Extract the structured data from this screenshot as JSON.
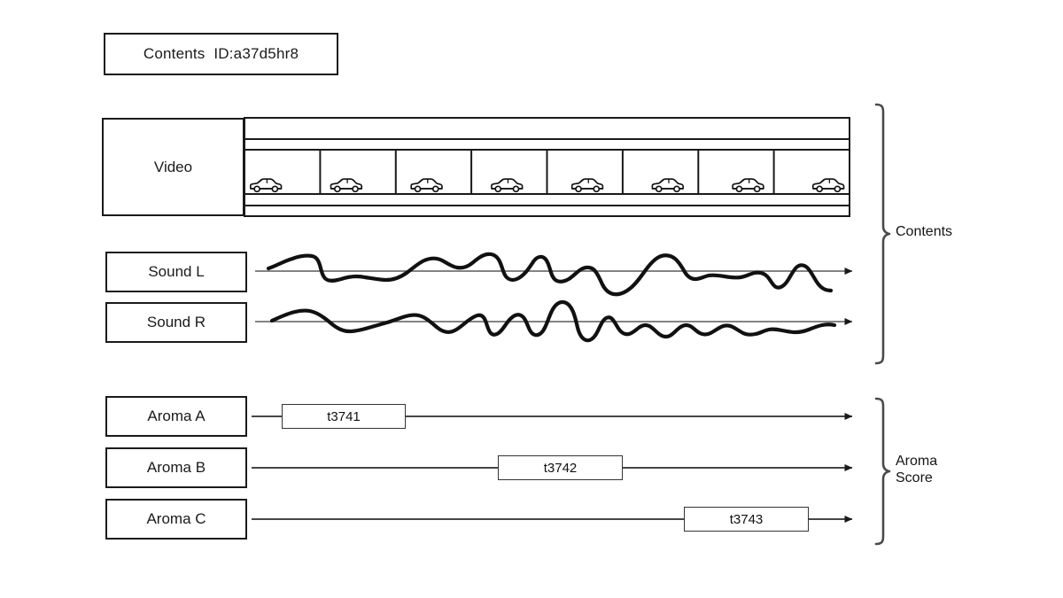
{
  "figure": {
    "title_box": {
      "label": "Contents  ID:a37d5hr8",
      "contents_word": "Contents",
      "id_word": "ID:a37d5hr8"
    },
    "video_track": {
      "label": "Video",
      "frame_count": 8,
      "frame_icon": "car-icon",
      "filmstrip": {
        "top_rail": true,
        "bottom_rail": true
      }
    },
    "sound_tracks": [
      {
        "label": "Sound L",
        "channel": "L",
        "waveform": "audio-waveform-left",
        "arrow": "right-arrow"
      },
      {
        "label": "Sound R",
        "channel": "R",
        "waveform": "audio-waveform-right",
        "arrow": "right-arrow"
      }
    ],
    "aroma_tracks": [
      {
        "label": "Aroma A",
        "marker": "t3741",
        "arrow": "right-arrow"
      },
      {
        "label": "Aroma B",
        "marker": "t3742",
        "arrow": "right-arrow"
      },
      {
        "label": "Aroma C",
        "marker": "t3743",
        "arrow": "right-arrow"
      }
    ],
    "group_brackets": [
      {
        "label": "Contents",
        "covers": "video-and-sound-tracks"
      },
      {
        "label": "Aroma\nScore",
        "covers": "aroma-tracks"
      }
    ],
    "colors": {
      "line": "#1a1a1a",
      "thin_line": "#4a4a4a",
      "background": "#ffffff",
      "text": "#111111"
    }
  }
}
